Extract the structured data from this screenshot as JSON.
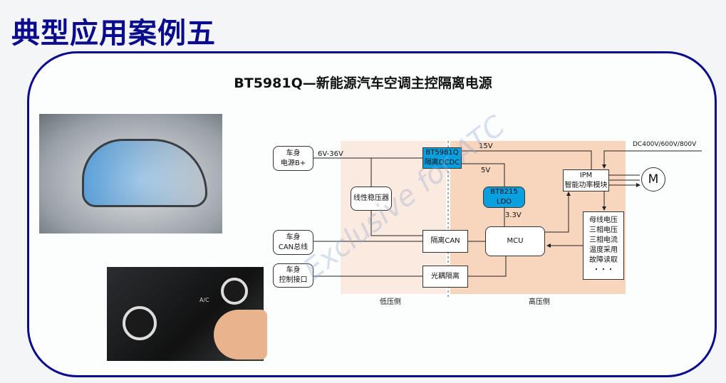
{
  "slide": {
    "title": "典型应用案例五",
    "subtitle": "BT5981Q—新能源汽车空调主控隔离电源",
    "watermark": "Exclusive for ATC",
    "accent_color": "#0b0b8e"
  },
  "panel": {
    "atc_label": "A/C"
  },
  "diagram": {
    "regions": {
      "low": "低压侧",
      "high": "高压侧"
    },
    "nodes": {
      "power": "车身\n电源B+",
      "can_bus": "车身\nCAN总线",
      "ctrl": "车身\n控制接口",
      "dcdc": "BT5981Q\n隔离DCDC",
      "linear": "线性稳压器",
      "ldo": "BT8215\nLDO",
      "iso_can": "隔离CAN",
      "mcu": "MCU",
      "opto": "光耦隔离",
      "ipm": "IPM\n智能功率模块",
      "motor": "M",
      "sense": "母线电压\n三相电压\n三相电流\n温度采用\n故障读取\n・・・"
    },
    "labels": {
      "vin": "6V-36V",
      "v15": "15V",
      "v5": "5V",
      "v33": "3.3V",
      "dc": "DC400V/600V/800V"
    },
    "colors": {
      "blue_block": "#0aa0e0",
      "low_side": "#fbeadf",
      "high_side": "#f8d5bd"
    }
  }
}
